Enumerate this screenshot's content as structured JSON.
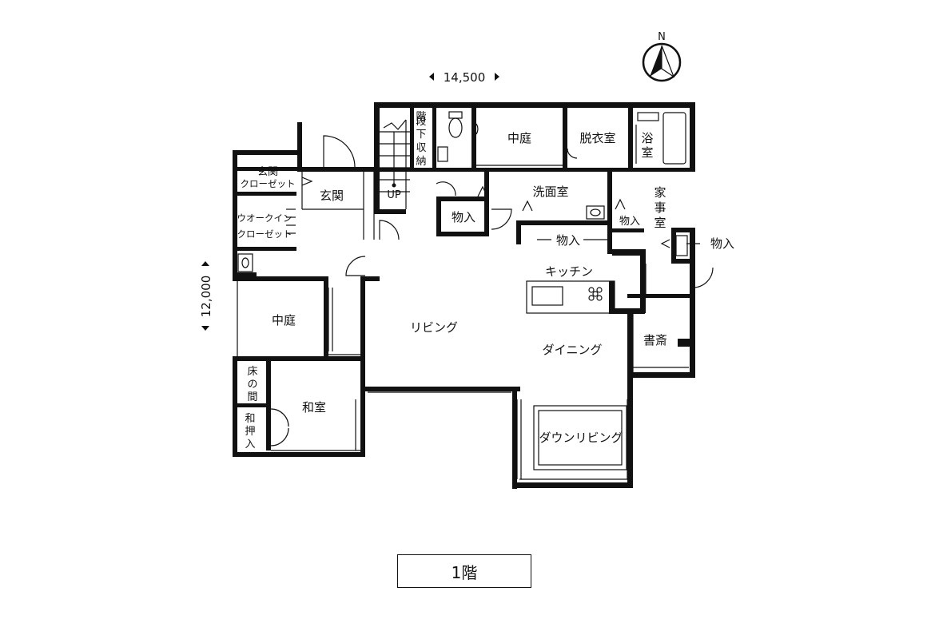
{
  "compass": {
    "north_label": "N"
  },
  "dimensions": {
    "width": "14,500",
    "depth": "12,000"
  },
  "floor_label": "1階",
  "rooms": {
    "stair_storage": "階段下収納",
    "up": "UP",
    "courtyard_north": "中庭",
    "changing_room": "脱衣室",
    "bath": "浴室",
    "entrance_closet": "玄関クローゼット",
    "entrance": "玄関",
    "washroom": "洗面室",
    "housework_room": "家事室",
    "storage_1": "物入",
    "storage_2": "物入",
    "storage_3": "物入",
    "storage_4": "物入",
    "walk_in_closet": "ウオークインクローゼット",
    "kitchen": "キッチン",
    "courtyard_west": "中庭",
    "living": "リビング",
    "dining": "ダイニング",
    "study": "書斎",
    "tokonoma": "床の間",
    "japanese_room": "和室",
    "futon_closet": "和押入",
    "down_living": "ダウンリビング"
  }
}
